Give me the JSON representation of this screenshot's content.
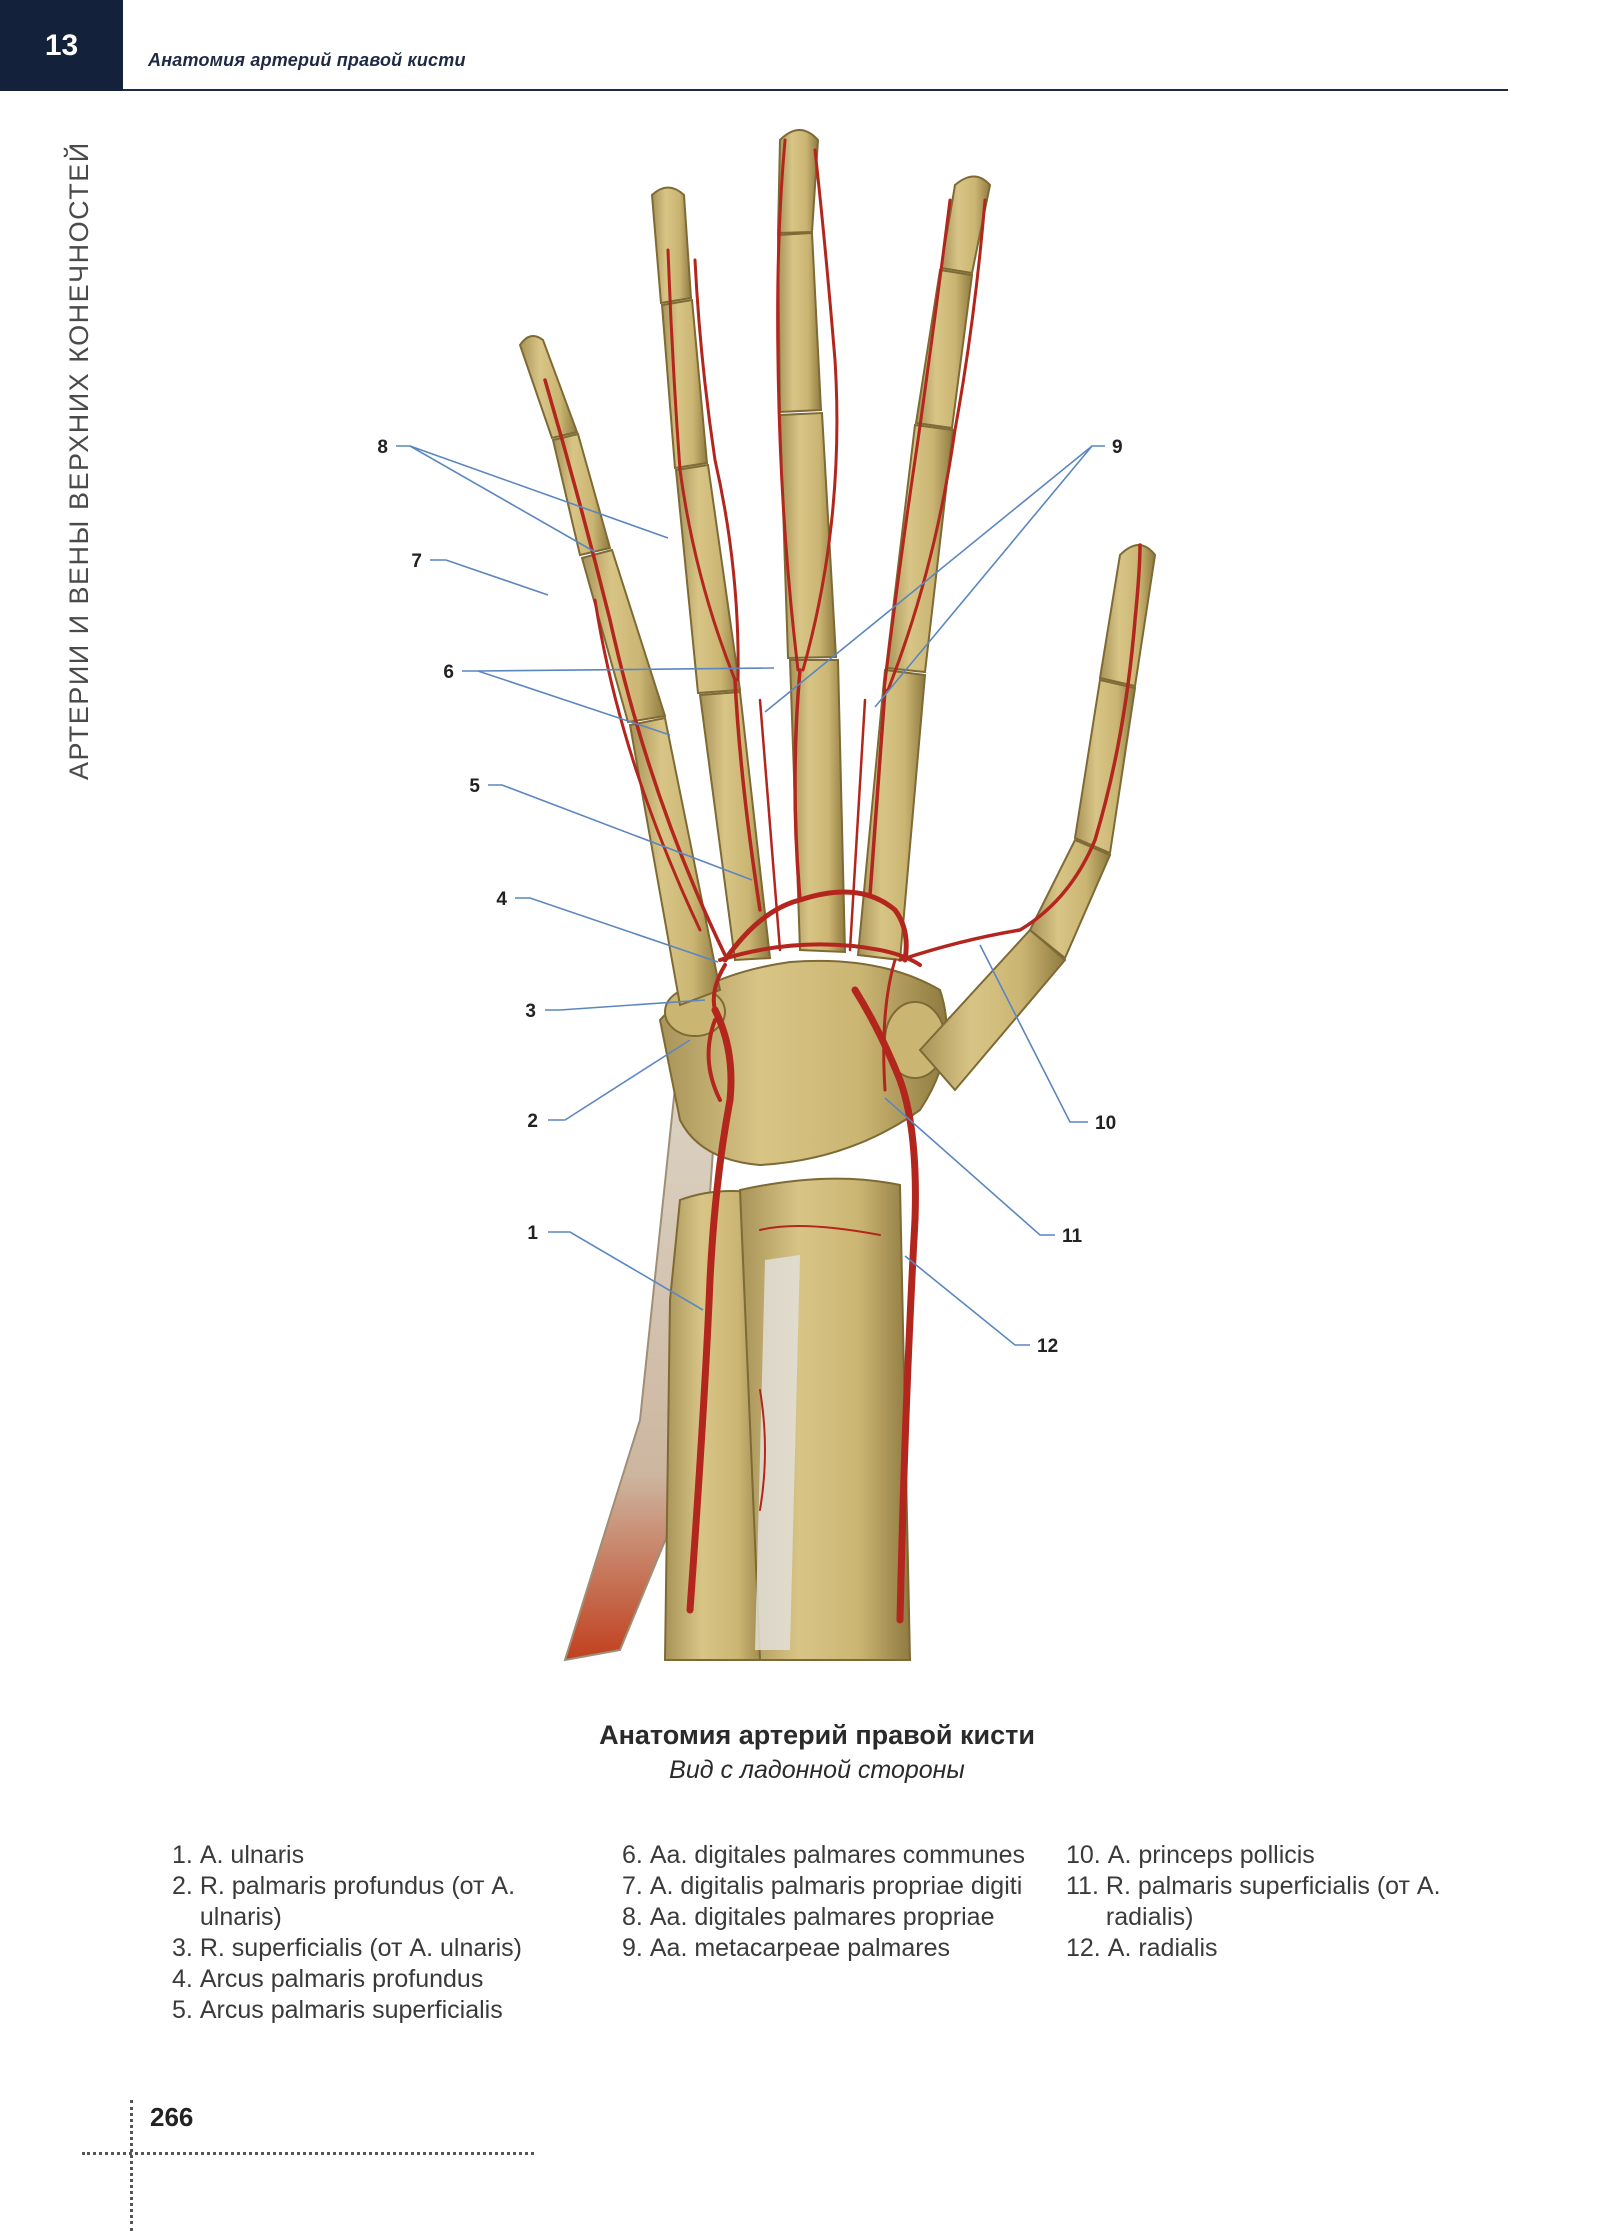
{
  "header": {
    "chapter": "13",
    "title": "Анатомия артерий правой кисти",
    "side_title": "АРТЕРИИ И ВЕНЫ ВЕРХНИХ КОНЕЧНОСТЕЙ"
  },
  "figure": {
    "callouts": [
      "1",
      "2",
      "3",
      "4",
      "5",
      "6",
      "7",
      "8",
      "9",
      "10",
      "11",
      "12"
    ]
  },
  "caption": {
    "title": "Анатомия артерий правой кисти",
    "subtitle": "Вид с ладонной стороны"
  },
  "legend": {
    "col1": [
      {
        "num": "1.",
        "text": "A. ulnaris"
      },
      {
        "num": "2.",
        "text": "R. palmaris profundus (от A. ulnaris)"
      },
      {
        "num": "3.",
        "text": "R. superficialis (от A. ulnaris)"
      },
      {
        "num": "4.",
        "text": "Arcus palmaris profundus"
      },
      {
        "num": "5.",
        "text": "Arcus palmaris superficialis"
      }
    ],
    "col2": [
      {
        "num": "6.",
        "text": "Aa. digitales palmares com­munes"
      },
      {
        "num": "7.",
        "text": "A. digitalis palmaris propriae digiti"
      },
      {
        "num": "8.",
        "text": "Aa. digitales palmares propriae"
      },
      {
        "num": "9.",
        "text": "Aa. metacarpeae palmares"
      }
    ],
    "col3": [
      {
        "num": "10.",
        "text": "A. princeps pollicis"
      },
      {
        "num": "11.",
        "text": "R. palmaris superficialis (от A. radialis)"
      },
      {
        "num": "12.",
        "text": "A. radialis"
      }
    ]
  },
  "page_number": "266",
  "colors": {
    "bone": "#cdb877",
    "bone_dark": "#9f8a4a",
    "artery": "#b3261e",
    "leader": "#5b86c0",
    "header_bg": "#14213a"
  }
}
